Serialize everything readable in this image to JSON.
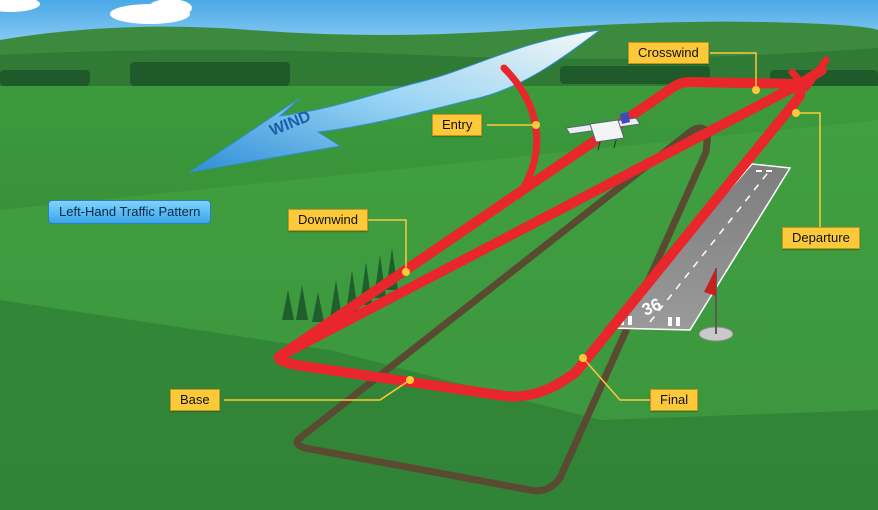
{
  "diagram": {
    "title": "Left-Hand Traffic Pattern",
    "wind_label": "WIND",
    "runway_number": "36",
    "labels": {
      "crosswind": "Crosswind",
      "entry": "Entry",
      "downwind": "Downwind",
      "departure": "Departure",
      "base": "Base",
      "final": "Final"
    },
    "colors": {
      "pattern_line": "#e8262b",
      "label_bg": "#fcc93a",
      "ground_track": "#5a4a32",
      "runway": "#8a8a8a"
    }
  }
}
